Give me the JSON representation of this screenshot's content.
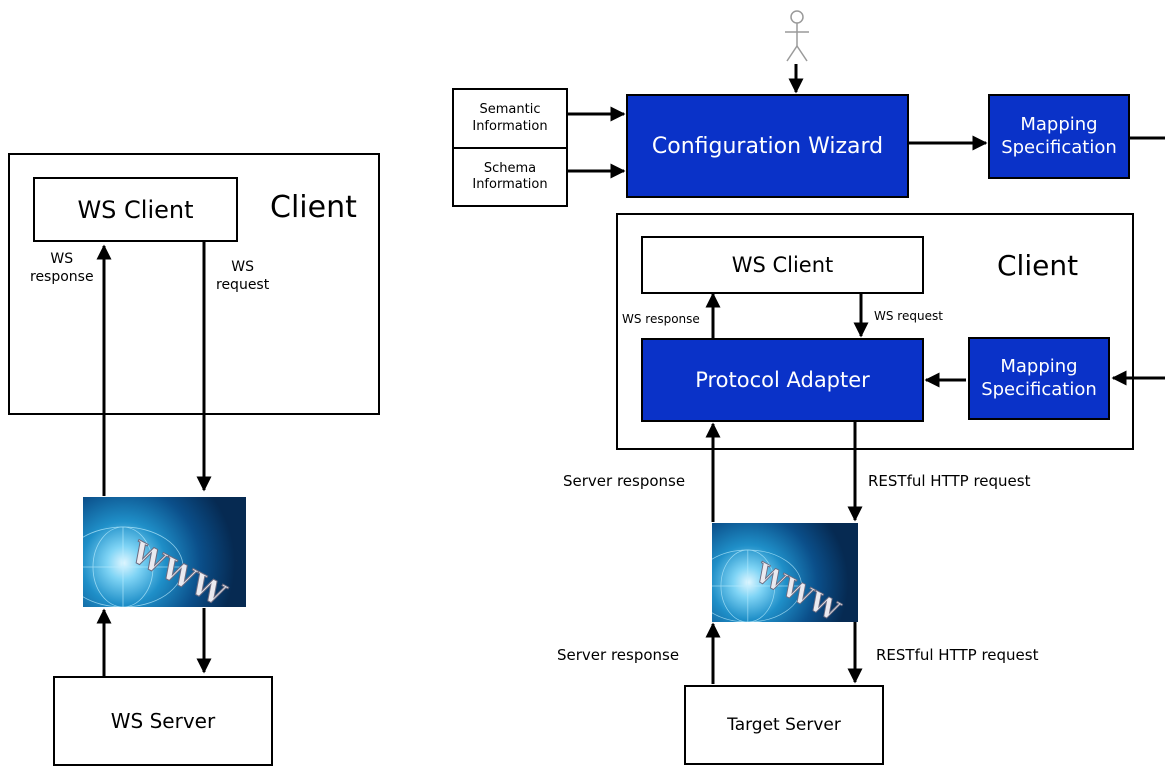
{
  "left_diagram": {
    "client_frame_label": "Client",
    "ws_client": "WS Client",
    "ws_response": "WS\nresponse",
    "ws_request": "WS\nrequest",
    "ws_server": "WS Server",
    "www_image": "www-globe-image"
  },
  "right_diagram": {
    "semantic_info": "Semantic\nInformation",
    "schema_info": "Schema\nInformation",
    "configuration_wizard": "Configuration Wizard",
    "mapping_spec_top": "Mapping\nSpecification",
    "client_frame_label": "Client",
    "ws_client": "WS Client",
    "ws_response": "WS response",
    "ws_request": "WS request",
    "protocol_adapter": "Protocol Adapter",
    "mapping_spec_inner": "Mapping\nSpecification",
    "server_response_upper": "Server response",
    "restful_request_upper": "RESTful HTTP request",
    "server_response_lower": "Server response",
    "restful_request_lower": "RESTful HTTP request",
    "target_server": "Target Server",
    "user_icon": "stick-figure-user-icon",
    "www_image": "www-globe-image"
  },
  "colors": {
    "blue_box": "#0a32c8",
    "line": "#000000",
    "user_figure": "#9a9a9a"
  }
}
